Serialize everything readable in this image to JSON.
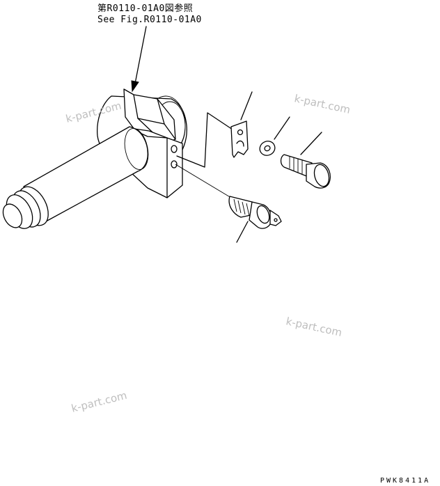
{
  "reference": {
    "line_jp": "第R0110-01A0図参照",
    "line_en": "See Fig.R0110-01A0"
  },
  "watermarks": [
    "k-part.com",
    "k-part.com",
    "k-part.com",
    "k-part.com"
  ],
  "drawing_code": "PWK8411A"
}
